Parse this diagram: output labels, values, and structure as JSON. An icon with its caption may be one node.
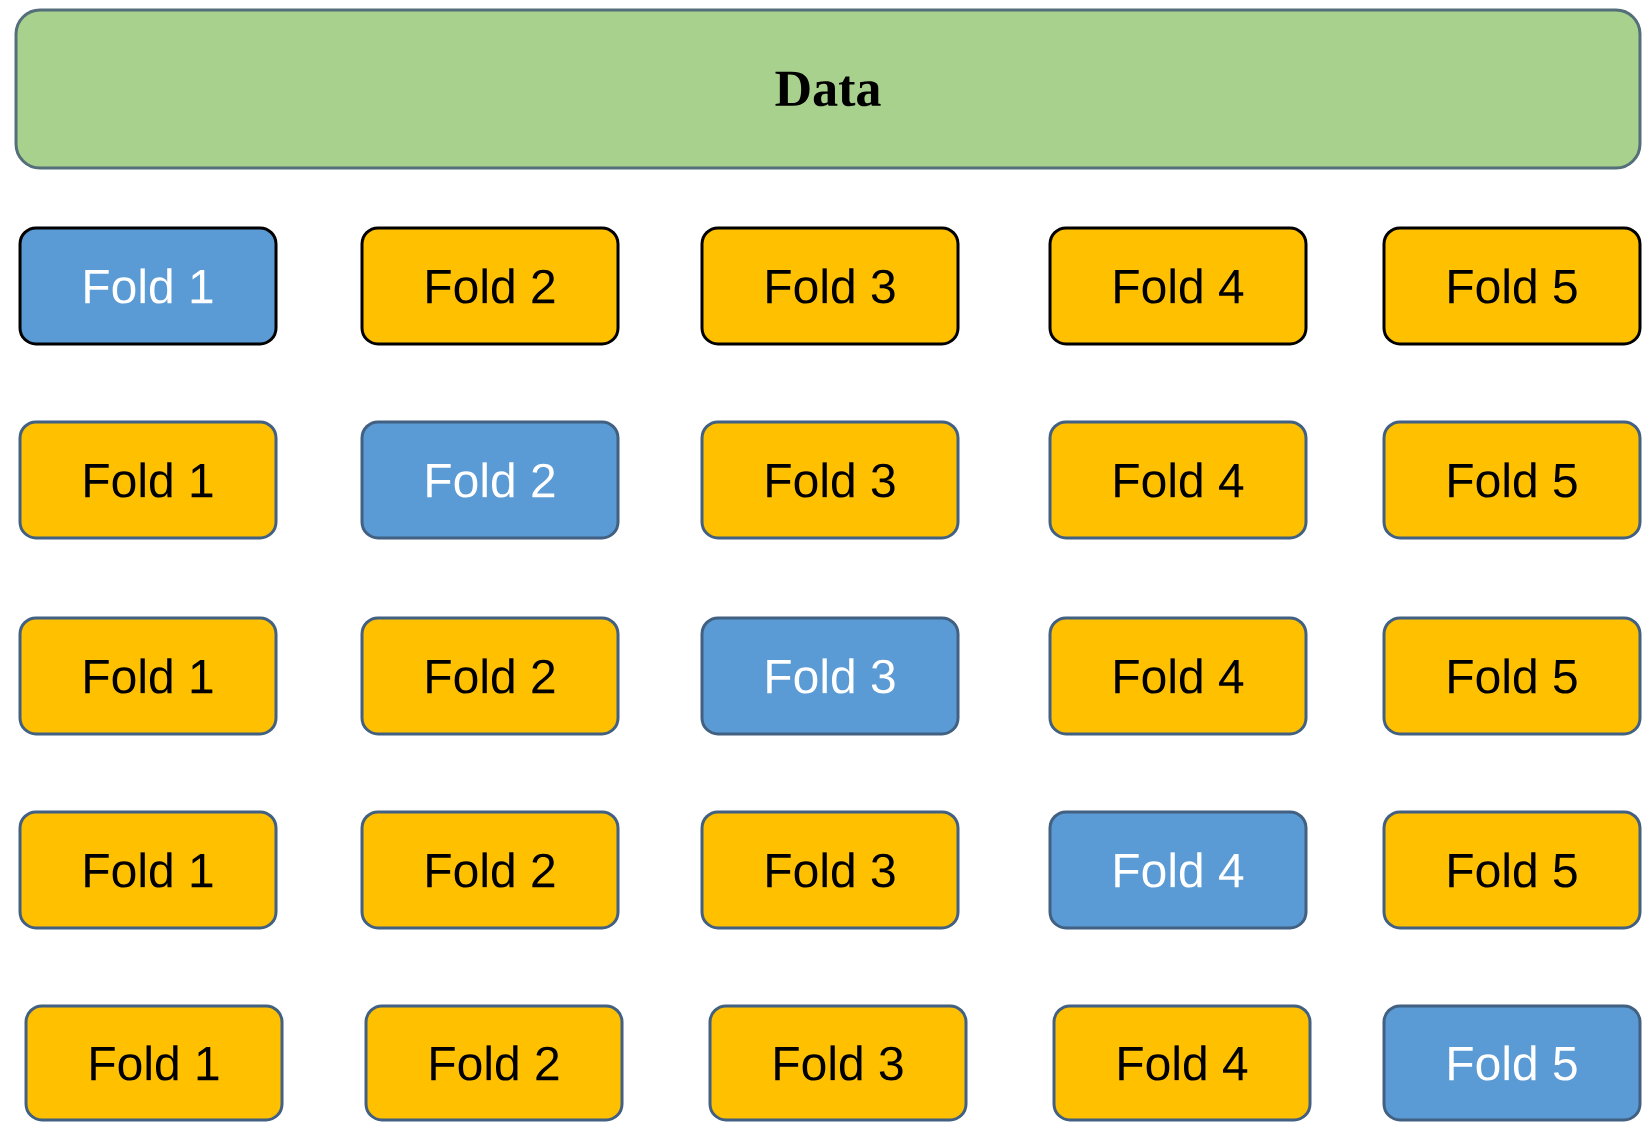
{
  "diagram": {
    "nodes": [
      {
        "text": [
          "Data"
        ]
      },
      {
        "text": [
          "Fold 1"
        ]
      },
      {
        "text": [
          "Fold 2"
        ]
      },
      {
        "text": [
          "Fold 3"
        ]
      },
      {
        "text": [
          "Fold 4"
        ]
      },
      {
        "text": [
          "Fold 5"
        ]
      },
      {
        "text": [
          "Fold 1"
        ]
      },
      {
        "text": [
          "Fold 2"
        ]
      },
      {
        "text": [
          "Fold 3"
        ]
      },
      {
        "text": [
          "Fold 4"
        ]
      },
      {
        "text": [
          "Fold 5"
        ]
      },
      {
        "text": [
          "Fold 1"
        ]
      },
      {
        "text": [
          "Fold 2"
        ]
      },
      {
        "text": [
          "Fold 3"
        ]
      },
      {
        "text": [
          "Fold 4"
        ]
      },
      {
        "text": [
          "Fold 5"
        ]
      },
      {
        "text": [
          "Fold 1"
        ]
      },
      {
        "text": [
          "Fold 2"
        ]
      },
      {
        "text": [
          "Fold 3"
        ]
      },
      {
        "text": [
          "Fold 4"
        ]
      },
      {
        "text": [
          "Fold 5"
        ]
      },
      {
        "text": [
          "Fold 1"
        ]
      },
      {
        "text": [
          "Fold 2"
        ]
      },
      {
        "text": [
          "Fold 3"
        ]
      },
      {
        "text": [
          "Fold 4"
        ]
      },
      {
        "text": [
          "Fold 5"
        ]
      }
    ]
  }
}
